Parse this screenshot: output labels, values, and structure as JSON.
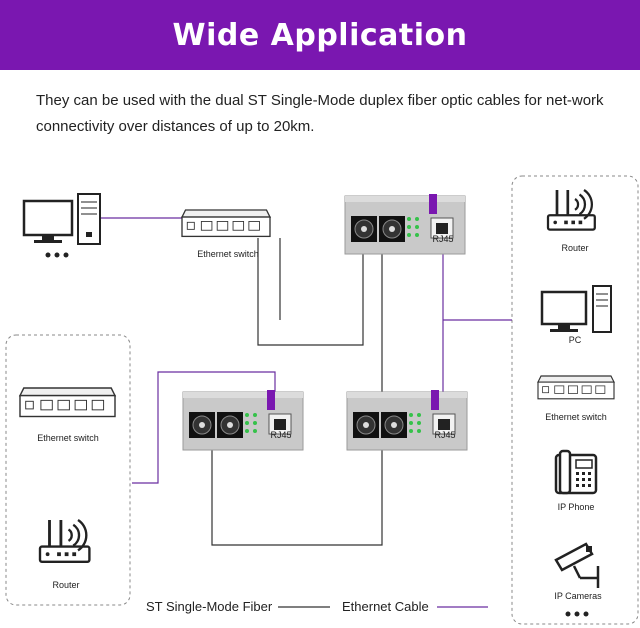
{
  "title": "Wide Application",
  "description": "They can be used with the dual ST Single-Mode duplex fiber optic cables for net-work connectivity over distances of up to 20km.",
  "labels": {
    "ethernet_switch_top": "Ethernet switch",
    "ethernet_switch_left": "Ethernet switch",
    "router_left": "Router",
    "router_right": "Router",
    "pc_right": "PC",
    "ethernet_switch_right": "Ethernet switch",
    "ip_phone": "IP Phone",
    "ip_cameras": "IP Cameras",
    "port_label": "RJ45"
  },
  "legend": {
    "fiber": "ST Single-Mode Fiber",
    "ethernet": "Ethernet Cable"
  },
  "colors": {
    "banner": "#7a17b0",
    "ethernet_cable": "#6a2fa0",
    "fiber_cable": "#333333"
  }
}
